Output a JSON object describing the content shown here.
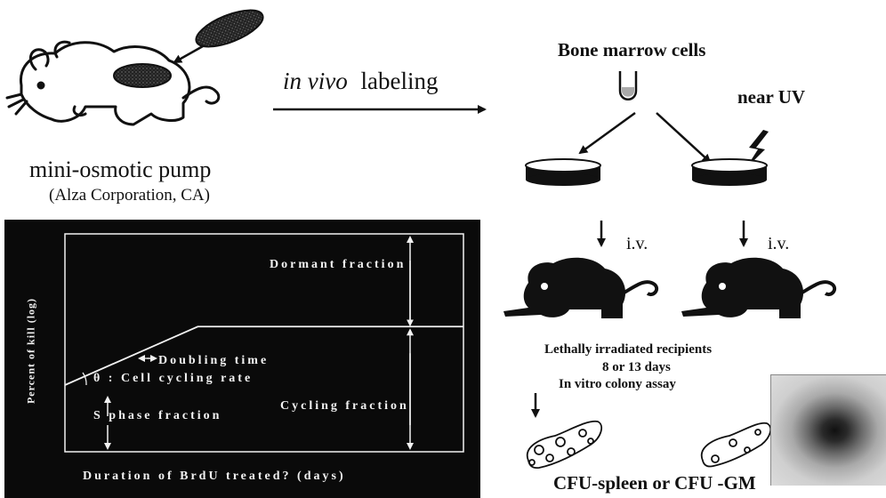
{
  "pump": {
    "title": "mini-osmotic pump",
    "subtitle": "(Alza Corporation, CA)"
  },
  "arrow_main": {
    "label_italic": "in vivo",
    "label_rest": "labeling"
  },
  "bone_marrow": {
    "title": "Bone marrow cells",
    "uv_label": "near UV"
  },
  "injection": {
    "left_label": "i.v.",
    "right_label": "i.v."
  },
  "recipients": {
    "line1": "Lethally irradiated recipients",
    "line2": "8 or 13 days",
    "line3": "In vitro colony assay"
  },
  "result": {
    "caption": "CFU-spleen or CFU -GM"
  },
  "chart_data": {
    "type": "line",
    "title": "",
    "xlabel": "Duration of BrdU treated? (days)",
    "ylabel": "Percent of kill (log)",
    "series": [
      {
        "points": [
          [
            0,
            0.0
          ],
          [
            1,
            0.62
          ],
          [
            3,
            0.62
          ]
        ]
      }
    ],
    "annotations": {
      "dormant": "Dormant fraction",
      "cycling": "Cycling fraction",
      "doubling": "Doubling time",
      "theta": "θ : Cell cycling rate",
      "sphase": "S phase fraction"
    },
    "grid": false,
    "background": "#0a0a0a",
    "foreground": "#f2f2f2"
  }
}
